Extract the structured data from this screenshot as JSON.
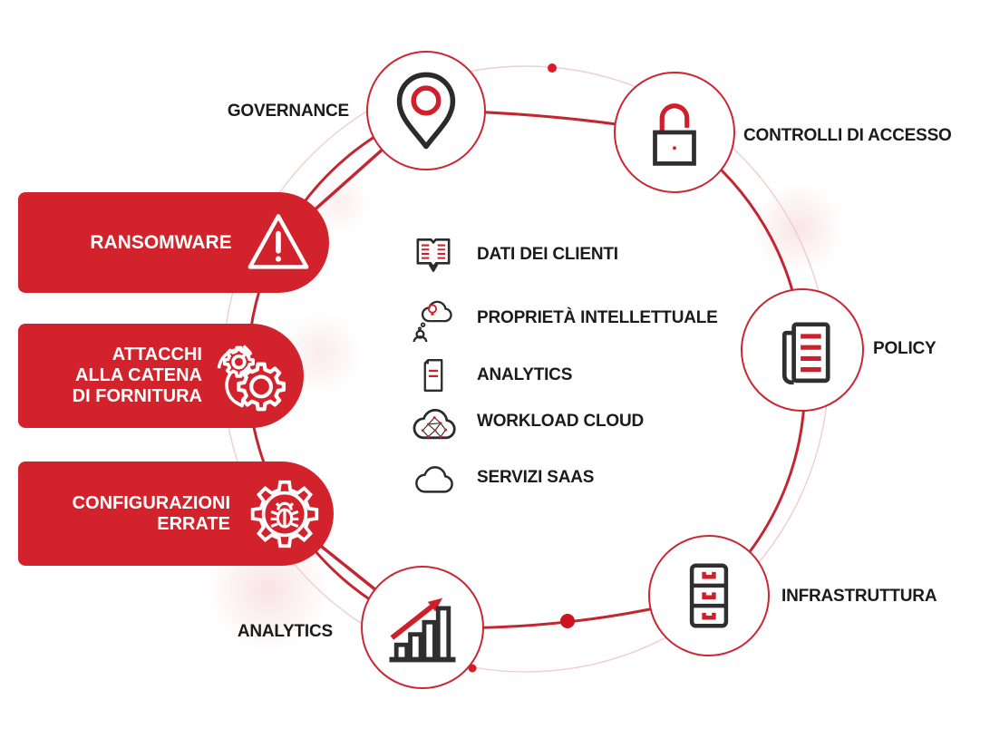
{
  "colors": {
    "banner_red": "#d2232c",
    "ring_red": "#c22731",
    "faint_ring_pink": "#f0cdd0",
    "icon_red": "#cf1f2b",
    "icon_dark": "#2b2b2b",
    "label_dark": "#1b1b1b",
    "dot_red": "#d81b26",
    "banner_text": "#ffffff",
    "node_border": "#ca2733"
  },
  "ring_nodes": [
    {
      "id": "governance",
      "label": "GOVERNANCE",
      "icon": "location-pin-icon"
    },
    {
      "id": "controlli-di-accesso",
      "label": "CONTROLLI DI ACCESSO",
      "icon": "open-padlock-icon"
    },
    {
      "id": "policy",
      "label": "POLICY",
      "icon": "policy-documents-icon"
    },
    {
      "id": "infrastruttura",
      "label": "INFRASTRUTTURA",
      "icon": "server-drawers-icon"
    },
    {
      "id": "analytics",
      "label": "ANALYTICS",
      "icon": "bar-chart-growth-icon"
    }
  ],
  "threat_banners": [
    {
      "id": "ransomware",
      "label": "RANSOMWARE",
      "icon": "warning-triangle-icon"
    },
    {
      "id": "supply-chain",
      "label": "ATTACCHI\nALLA CATENA\nDI FORNITURA",
      "icon": "supply-chain-gears-icon"
    },
    {
      "id": "misconfigurations",
      "label": "CONFIGURAZIONI\nERRATE",
      "icon": "gear-bug-icon"
    }
  ],
  "protected_assets": [
    {
      "id": "customer-data",
      "label": "DATI DEI CLIENTI",
      "icon": "open-book-icon"
    },
    {
      "id": "intellectual-property",
      "label": "PROPRIETÀ INTELLETTUALE",
      "icon": "idea-person-icon"
    },
    {
      "id": "analytics-asset",
      "label": "ANALYTICS",
      "icon": "document-lines-icon"
    },
    {
      "id": "cloud-workload",
      "label": "WORKLOAD CLOUD",
      "icon": "cloud-network-icon"
    },
    {
      "id": "saas-services",
      "label": "SERVIZI SAAS",
      "icon": "cloud-icon"
    }
  ]
}
